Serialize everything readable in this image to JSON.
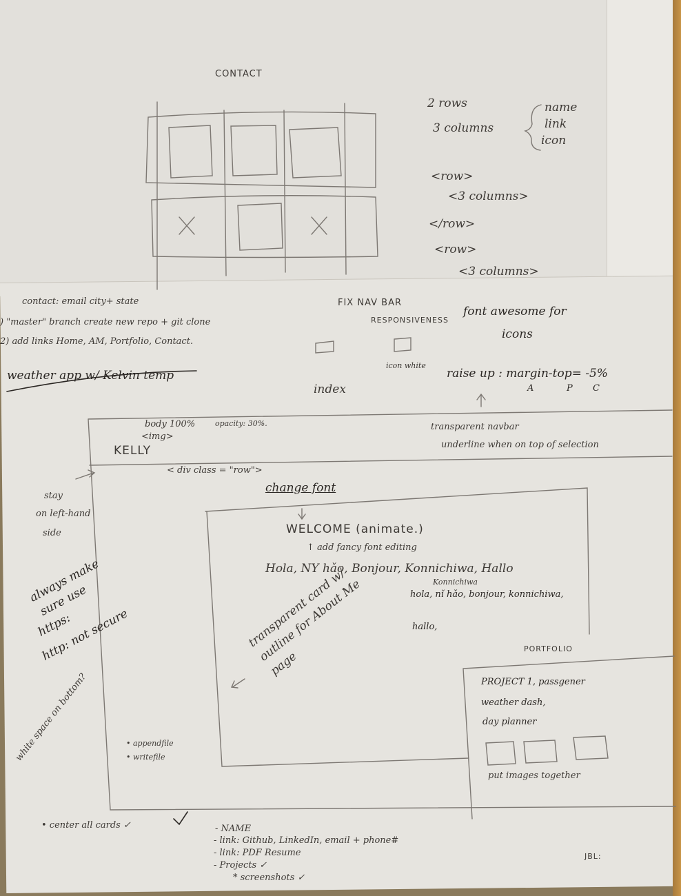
{
  "top_sheet": {
    "title": "CONTACT",
    "notes": [
      "2 rows",
      "3 columns",
      "name",
      "link",
      "icon"
    ],
    "markup": [
      "<row>",
      "<3 columns>",
      "</row>",
      "<row>",
      "<3 columns>"
    ]
  },
  "middle": {
    "contact_line": "contact: email city+ state",
    "step_1": ") \"master\" branch create new repo + git clone",
    "step_2": "2) add links Home, AM, Portfolio, Contact.",
    "weather": "weather app w/ Kelvin temp",
    "fix_nav": "FIX NAV BAR",
    "responsiveness": "RESPONSIVENESS",
    "font_awesome": "font awesome for",
    "icons": "icons",
    "icon_white": "icon white",
    "index": "index",
    "raise_up": "raise up : margin-top= -5%",
    "nav_letters": [
      "A",
      "P",
      "C"
    ]
  },
  "wireframe": {
    "body": "body 100%",
    "img": "<img>",
    "opacity": "opacity: 30%.",
    "kelly": "KELLY",
    "transparent_navbar": "transparent navbar",
    "underline": "underline when on top of selection",
    "div_class": "< div class = \"row\">",
    "change_font": "change font",
    "welcome": "WELCOME (animate.)",
    "fancy": "↑ add fancy font editing",
    "greetings": "Hola, NY hǎo, Bonjour, Konnichiwa, Hallo",
    "konnichiwa": "Konnichiwa",
    "greetings_pen": "hola, nǐ hǎo, bonjour, konnichiwa,",
    "hallo": "hallo,",
    "transparent_card": "transparent card w/ outline for About Me page",
    "appendfile": "• appendfile",
    "writefile": "• writefile",
    "portfolio": "PORTFOLIO",
    "project_1": "PROJECT 1, passgener",
    "weather_dash": "weather dash,",
    "day_planner": "day planner",
    "put_images": "put images together"
  },
  "sidenotes": {
    "stay": "stay",
    "on_left": "on left-hand",
    "side": "side",
    "always_make": "always make",
    "sure_use": "sure use",
    "https": "https:",
    "http_not": "http: not secure",
    "white_space": "white space on bottom?"
  },
  "bottom": {
    "center_cards": "• center all cards ✓",
    "list": [
      "- NAME",
      "- link: Github, LinkedIn, email + phone#",
      "- link: PDF Resume",
      "- Projects ✓",
      "* screenshots ✓"
    ],
    "corner": "JBL:"
  }
}
